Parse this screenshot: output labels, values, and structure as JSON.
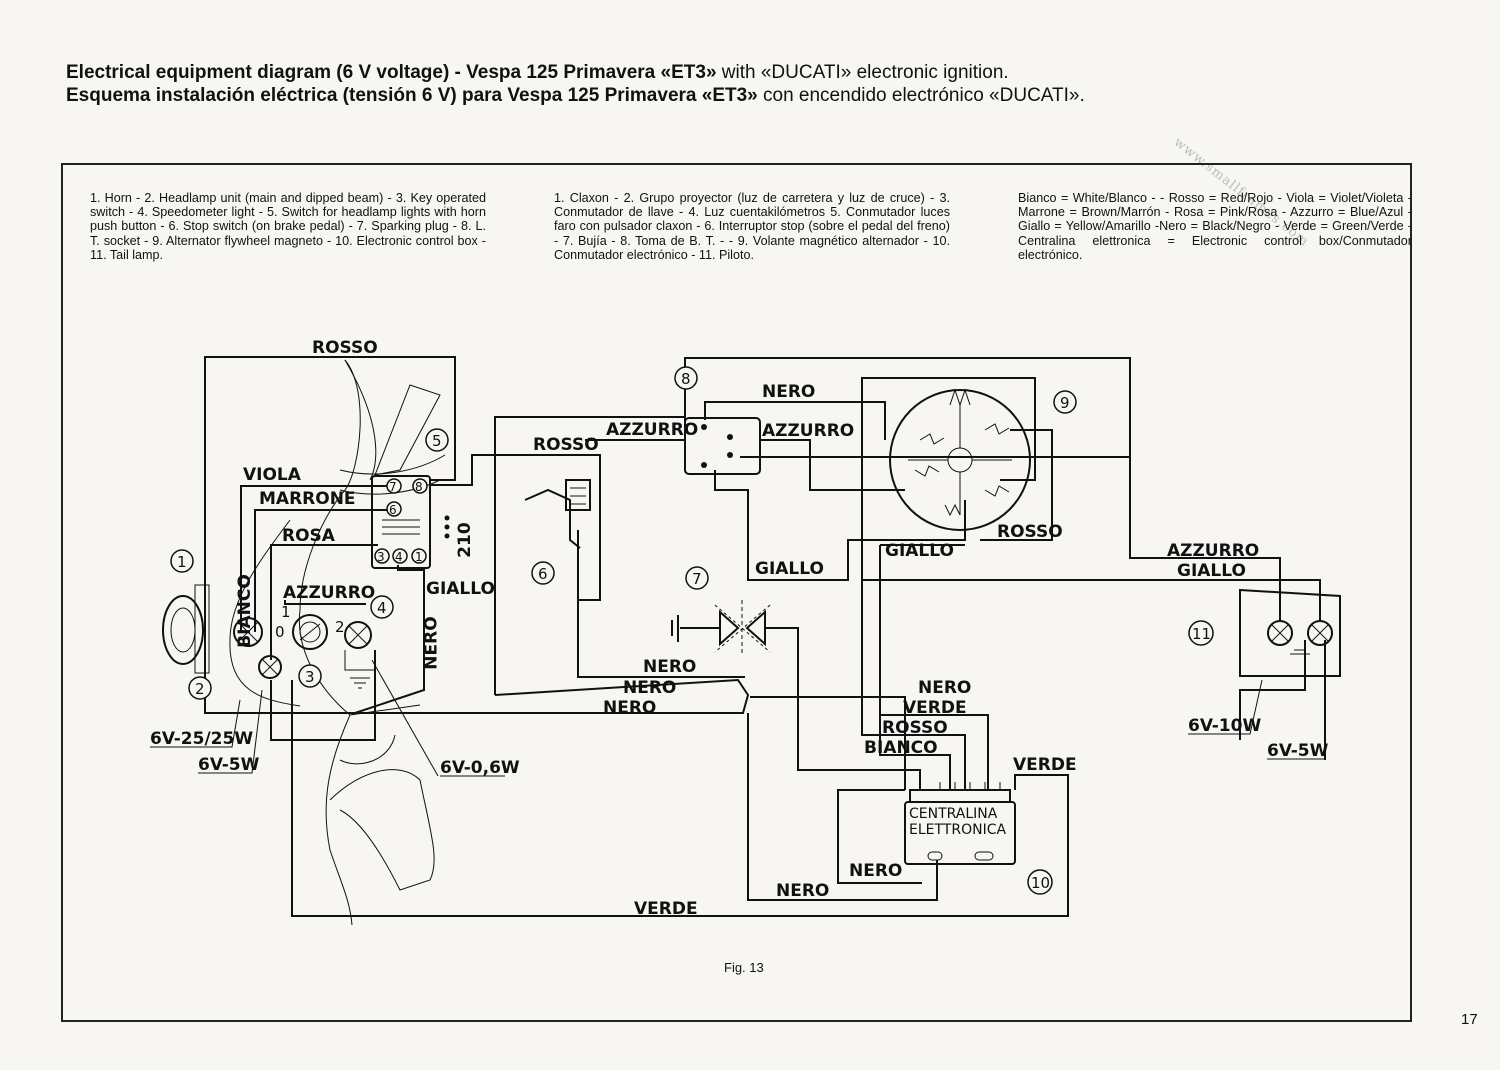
{
  "title": {
    "line1_bold": "Electrical equipment diagram (6 V voltage) - Vespa 125 Primavera «ET3»",
    "line1_rest": " with «DUCATI» electronic ignition.",
    "line2_bold": "Esquema instalación eléctrica (tensión 6 V) para Vespa 125 Primavera «ET3»",
    "line2_rest": " con encendido electrónico «DUCATI»."
  },
  "legend_en": "1. Horn - 2. Headlamp unit (main and dipped beam) - 3. Key operated switch - 4. Speedometer light - 5. Switch for headlamp lights with horn push button - 6. Stop switch (on brake pedal) - 7. Sparking plug - 8. L. T. socket - 9. Alternator flywheel magneto - 10. Electronic control box - 11. Tail lamp.",
  "legend_es": "1. Claxon - 2. Grupo proyector (luz de carretera y luz de cruce) - 3. Conmutador de llave - 4. Luz cuentakilómetros 5. Conmutador luces faro con pulsador claxon - 6. Interruptor stop (sobre el pedal del freno) - 7. Bujía - 8. Toma de B. T. - - 9. Volante magnético alternador - 10. Conmutador electrónico - 11. Piloto.",
  "legend_colors": "Bianco = White/Blanco - - Rosso = Red/Rojo - Viola = Violet/Violeta - Marrone = Brown/Marrón - Rosa = Pink/Rosa - Azzurro = Blue/Azul - Giallo = Yellow/Amarillo -Nero = Black/Negro - Verde = Green/Verde - Centralina elettronica = Electronic control box/Conmutador electrónico.",
  "wire_labels": {
    "rosso_top": "ROSSO",
    "viola": "VIOLA",
    "marrone": "MARRONE",
    "rosa": "ROSA",
    "azzurro_left": "AZZURRO",
    "giallo_left": "GIALLO",
    "bianco_left": "BIANCO",
    "nero_vertical": "NERO",
    "rosso_mid": "ROSSO",
    "azzurro_mid1": "AZZURRO",
    "azzurro_mid2": "AZZURRO",
    "nero_top": "NERO",
    "rosso_magneto": "ROSSO",
    "giallo_magneto": "GIALLO",
    "giallo_mid": "GIALLO",
    "azzurro_right": "AZZURRO",
    "giallo_right": "GIALLO",
    "nero_1": "NERO",
    "nero_2": "NERO",
    "nero_3": "NERO",
    "nero_right": "NERO",
    "verde_right": "VERDE",
    "rosso_low": "ROSSO",
    "bianco_low": "BIANCO",
    "verde_box": "VERDE",
    "nero_box": "NERO",
    "nero_bottom": "NERO",
    "verde_bottom": "VERDE"
  },
  "ratings": {
    "headlamp": "6V-25/25W",
    "pilot": "6V-5W",
    "speedo": "6V-0,6W",
    "tail": "6V-10W",
    "stop": "6V-5W"
  },
  "switch_terminals": {
    "t1": "1",
    "t0": "0",
    "t2": "2",
    "switch5_positions": "210"
  },
  "control_box": {
    "line1": "CENTRALINA",
    "line2": "ELETTRONICA"
  },
  "callouts": [
    "1",
    "2",
    "3",
    "4",
    "5",
    "6",
    "7",
    "8",
    "9",
    "10",
    "11"
  ],
  "switch5_pins": [
    "7",
    "8",
    "6",
    "3",
    "4",
    "1"
  ],
  "caption": "Fig. 13",
  "page_number": "17",
  "watermark": "www.smallframes.com"
}
